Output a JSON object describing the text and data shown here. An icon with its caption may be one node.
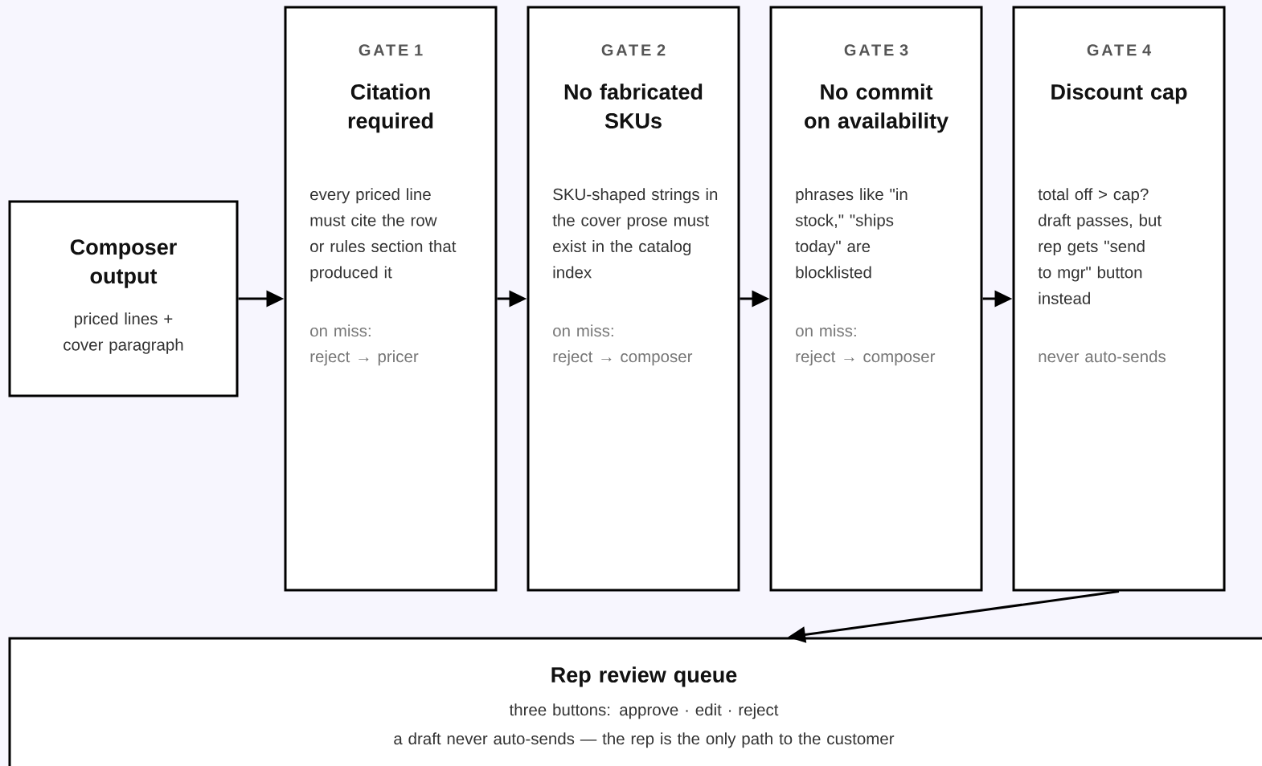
{
  "diagram": {
    "nodes": [
      {
        "text": [
          "Composer output",
          "priced lines + cover paragraph"
        ]
      },
      {
        "text": [
          "GATE 1",
          "Citation required",
          "every priced line must cite the row or rules section that produced it",
          "on miss:",
          "reject → pricer"
        ]
      },
      {
        "text": [
          "GATE 2",
          "No fabricated SKUs",
          "SKU-shaped strings in the cover prose must exist in the catalog index",
          "on miss:",
          "reject → composer"
        ]
      },
      {
        "text": [
          "GATE 3",
          "No commit on availability",
          "phrases like \"in stock,\" \"ships today\" are blocklisted",
          "on miss:",
          "reject → composer"
        ]
      },
      {
        "text": [
          "GATE 4",
          "Discount cap",
          "total off > cap? draft passes, but rep gets \"send to mgr\" button instead",
          "never auto-sends"
        ]
      },
      {
        "text": [
          "Rep review queue",
          "three buttons: approve · edit · reject",
          "a draft never auto-sends — the rep is the only path to the customer"
        ]
      }
    ],
    "edges": [
      {
        "from": 0,
        "to": 1,
        "arrow": "to"
      },
      {
        "from": 1,
        "to": 2,
        "arrow": "to"
      },
      {
        "from": 2,
        "to": 3,
        "arrow": "to"
      },
      {
        "from": 3,
        "to": 4,
        "arrow": "to"
      },
      {
        "from": 4,
        "to": 5,
        "arrow": "to"
      }
    ]
  }
}
